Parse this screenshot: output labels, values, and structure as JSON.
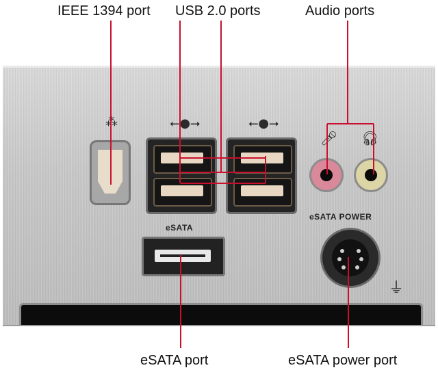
{
  "callouts": {
    "ieee1394": "IEEE 1394 port",
    "usb": "USB 2.0 ports",
    "audio": "Audio ports",
    "esata": "eSATA port",
    "esata_power": "eSATA power port"
  },
  "panel_labels": {
    "esata": "eSATA",
    "esata_power": "eSATA POWER"
  },
  "icons": {
    "firewire": "firewire-icon",
    "usb": "usb-icon",
    "microphone": "microphone-icon",
    "headphone": "headphone-icon",
    "power_symbol": "power-icon"
  },
  "colors": {
    "callout_line": "#c8102e",
    "mic_jack": "#d9899a",
    "headphone_jack": "#dcd5a6"
  }
}
